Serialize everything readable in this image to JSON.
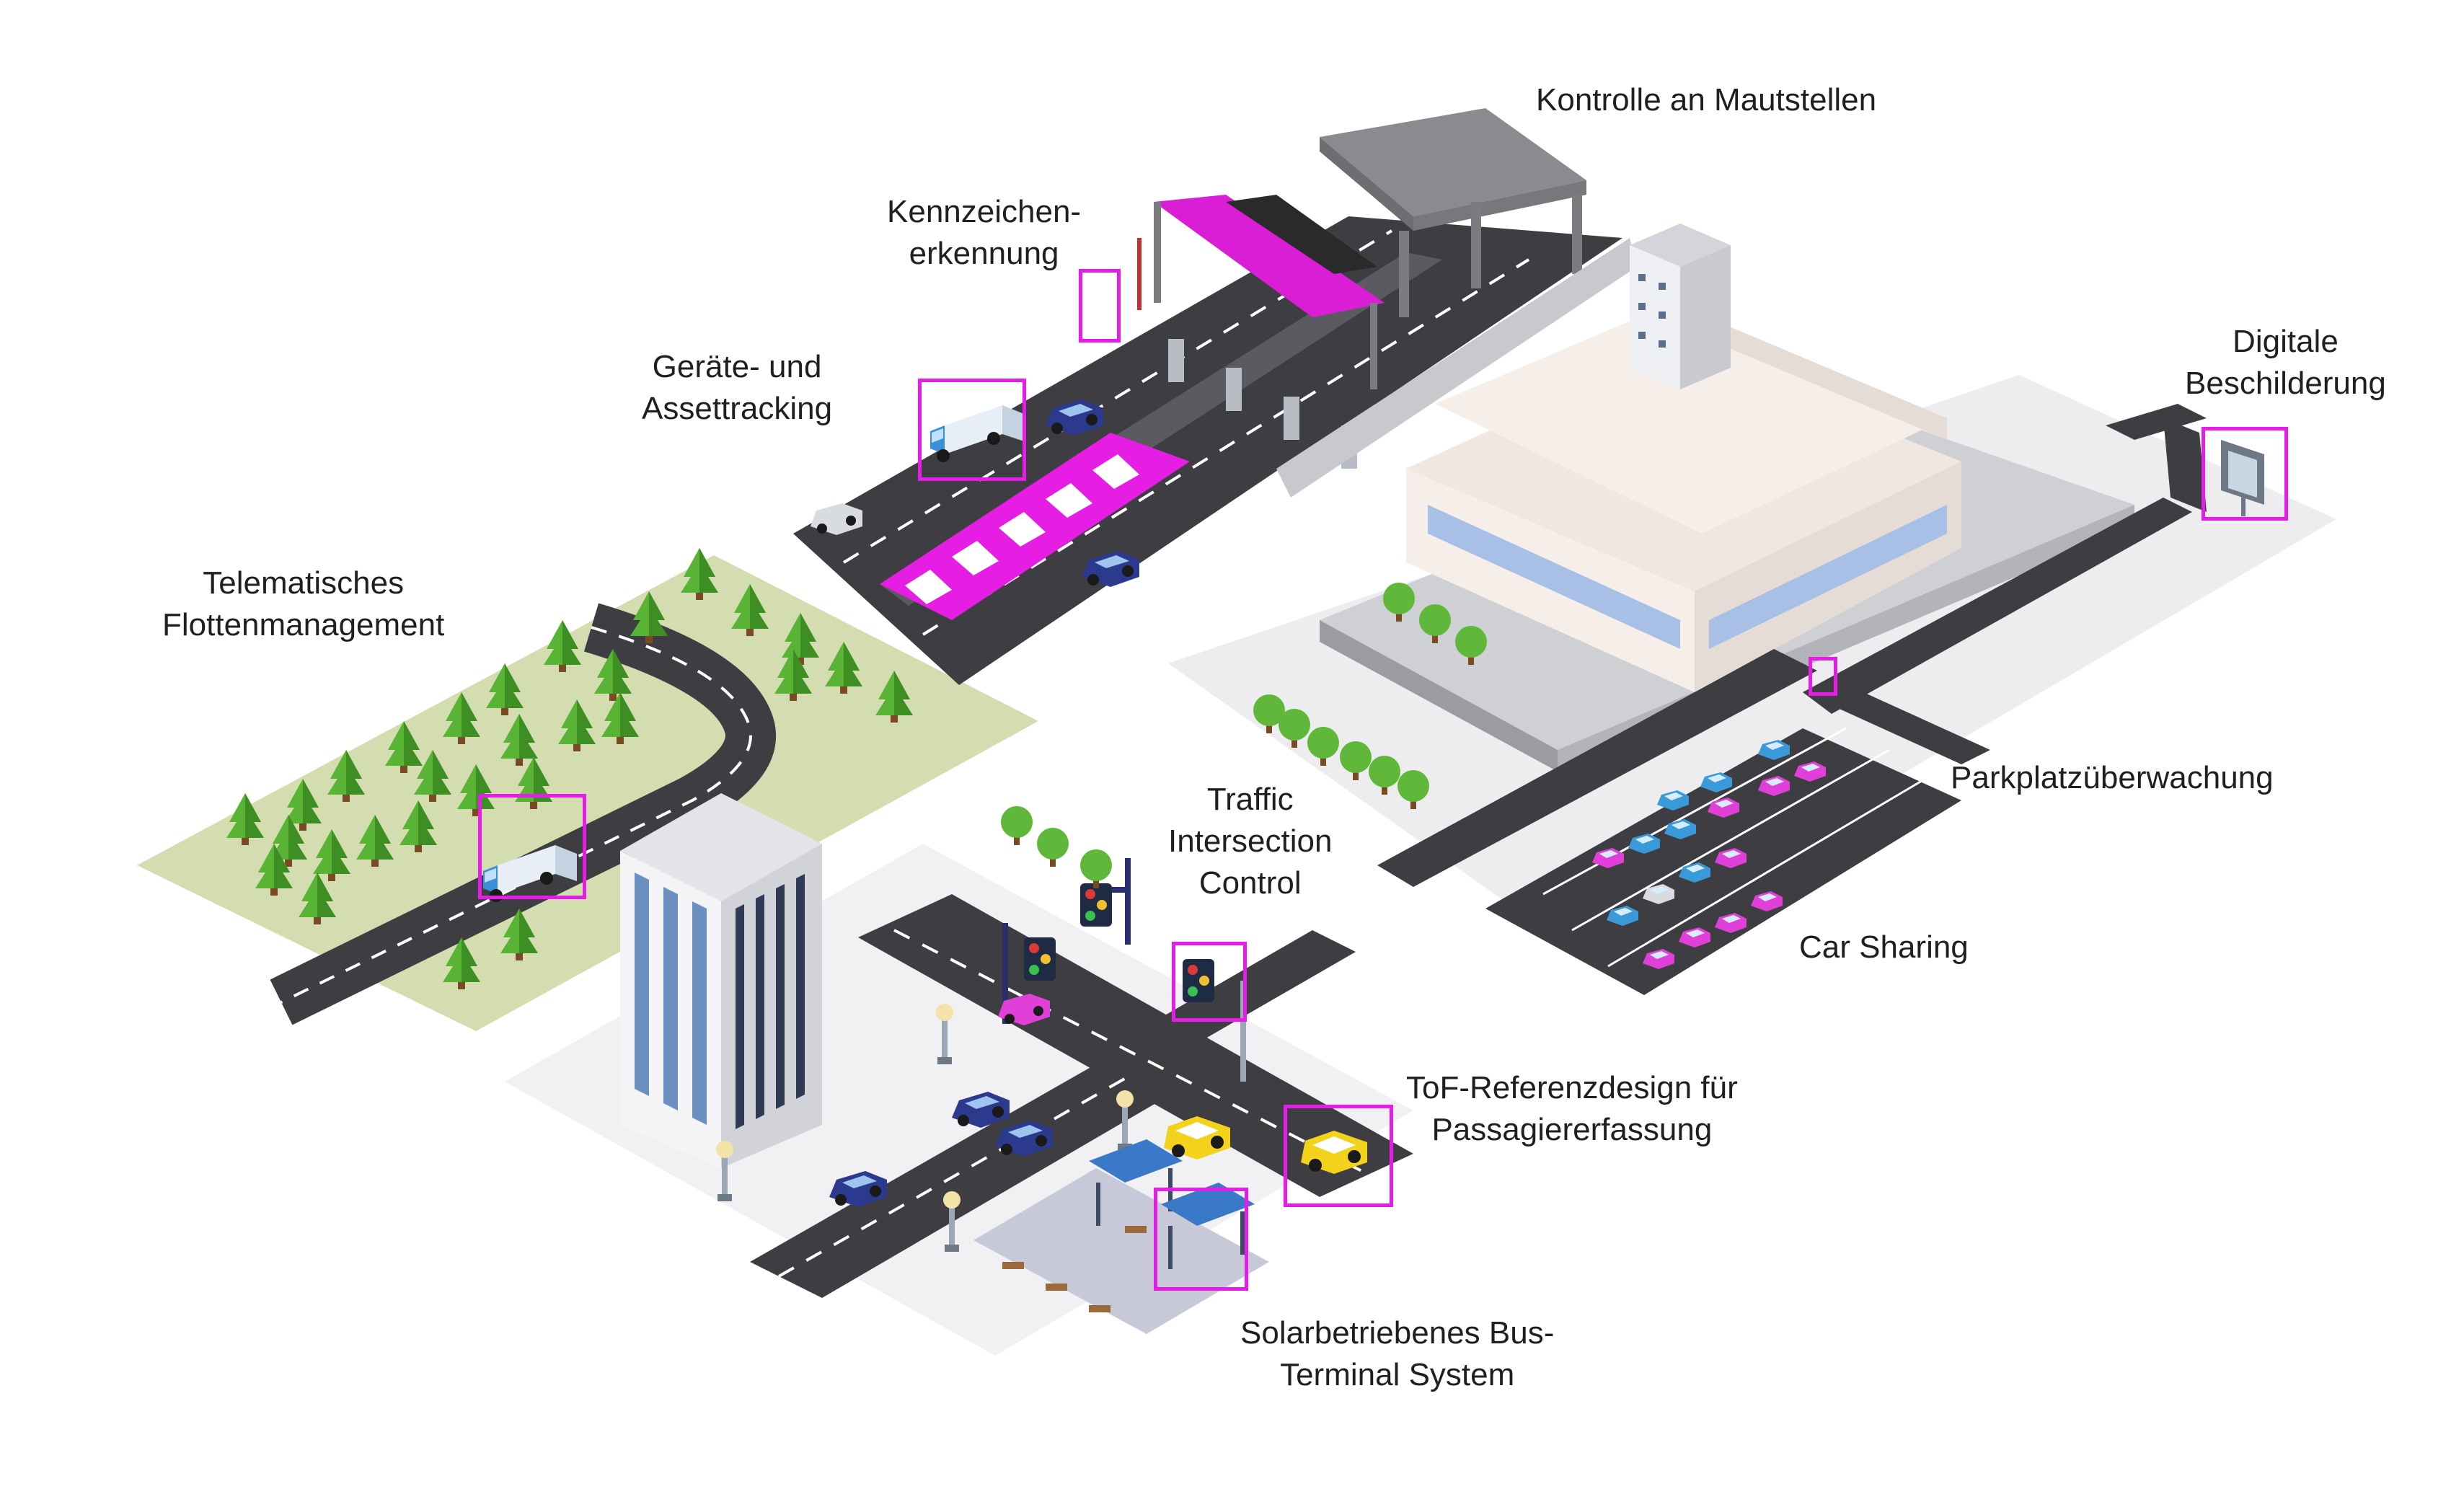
{
  "labels": {
    "toll": [
      "Kontrolle an Mautstellen"
    ],
    "plate": [
      "Kennzeichen-",
      "erkennung"
    ],
    "asset": [
      "Geräte- und",
      "Assettracking"
    ],
    "fleet": [
      "Telematisches",
      "Flottenmanagement"
    ],
    "signage": [
      "Digitale",
      "Beschilderung"
    ],
    "parking": [
      "Parkplatzüberwachung"
    ],
    "carsharing": [
      "Car Sharing"
    ],
    "traffic": [
      "Traffic",
      "Intersection",
      "Control"
    ],
    "tof": [
      "ToF-Referenzdesign für",
      "Passagiererfassung"
    ],
    "solar": [
      "Solarbetriebenes Bus-",
      "Terminal System"
    ]
  },
  "colors": {
    "highlight": "#e81ce8",
    "road": "#3d3d42",
    "grass": "#d4ddb0",
    "ground": "#ececee",
    "tree": "#59b335",
    "building": "#f3ede8",
    "window": "#6b8fbf",
    "car_blue": "#2b3a8c",
    "car_yellow": "#f2d21b",
    "car_light_blue": "#3a9ad9",
    "car_magenta": "#e040d8"
  },
  "icons": [
    "tree-icon",
    "car-icon",
    "truck-icon",
    "traffic-light-icon",
    "billboard-icon",
    "bus-shelter-icon",
    "street-lamp-icon",
    "camera-icon"
  ]
}
